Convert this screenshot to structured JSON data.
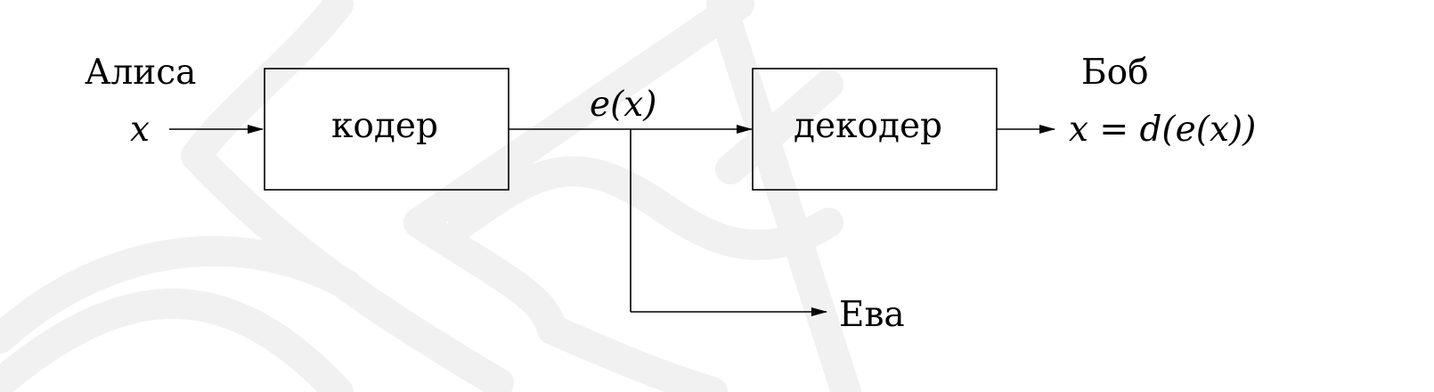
{
  "diagram": {
    "sender_name": "Алиса",
    "sender_message": "x",
    "encoder_label": "кодер",
    "channel_label": "e(x)",
    "decoder_label": "декодер",
    "receiver_name": "Боб",
    "receiver_message": "x = d(e(x))",
    "eavesdropper_name": "Ева"
  },
  "colors": {
    "line": "#000000",
    "watermark": "#f1f1f1",
    "background": "#ffffff"
  }
}
